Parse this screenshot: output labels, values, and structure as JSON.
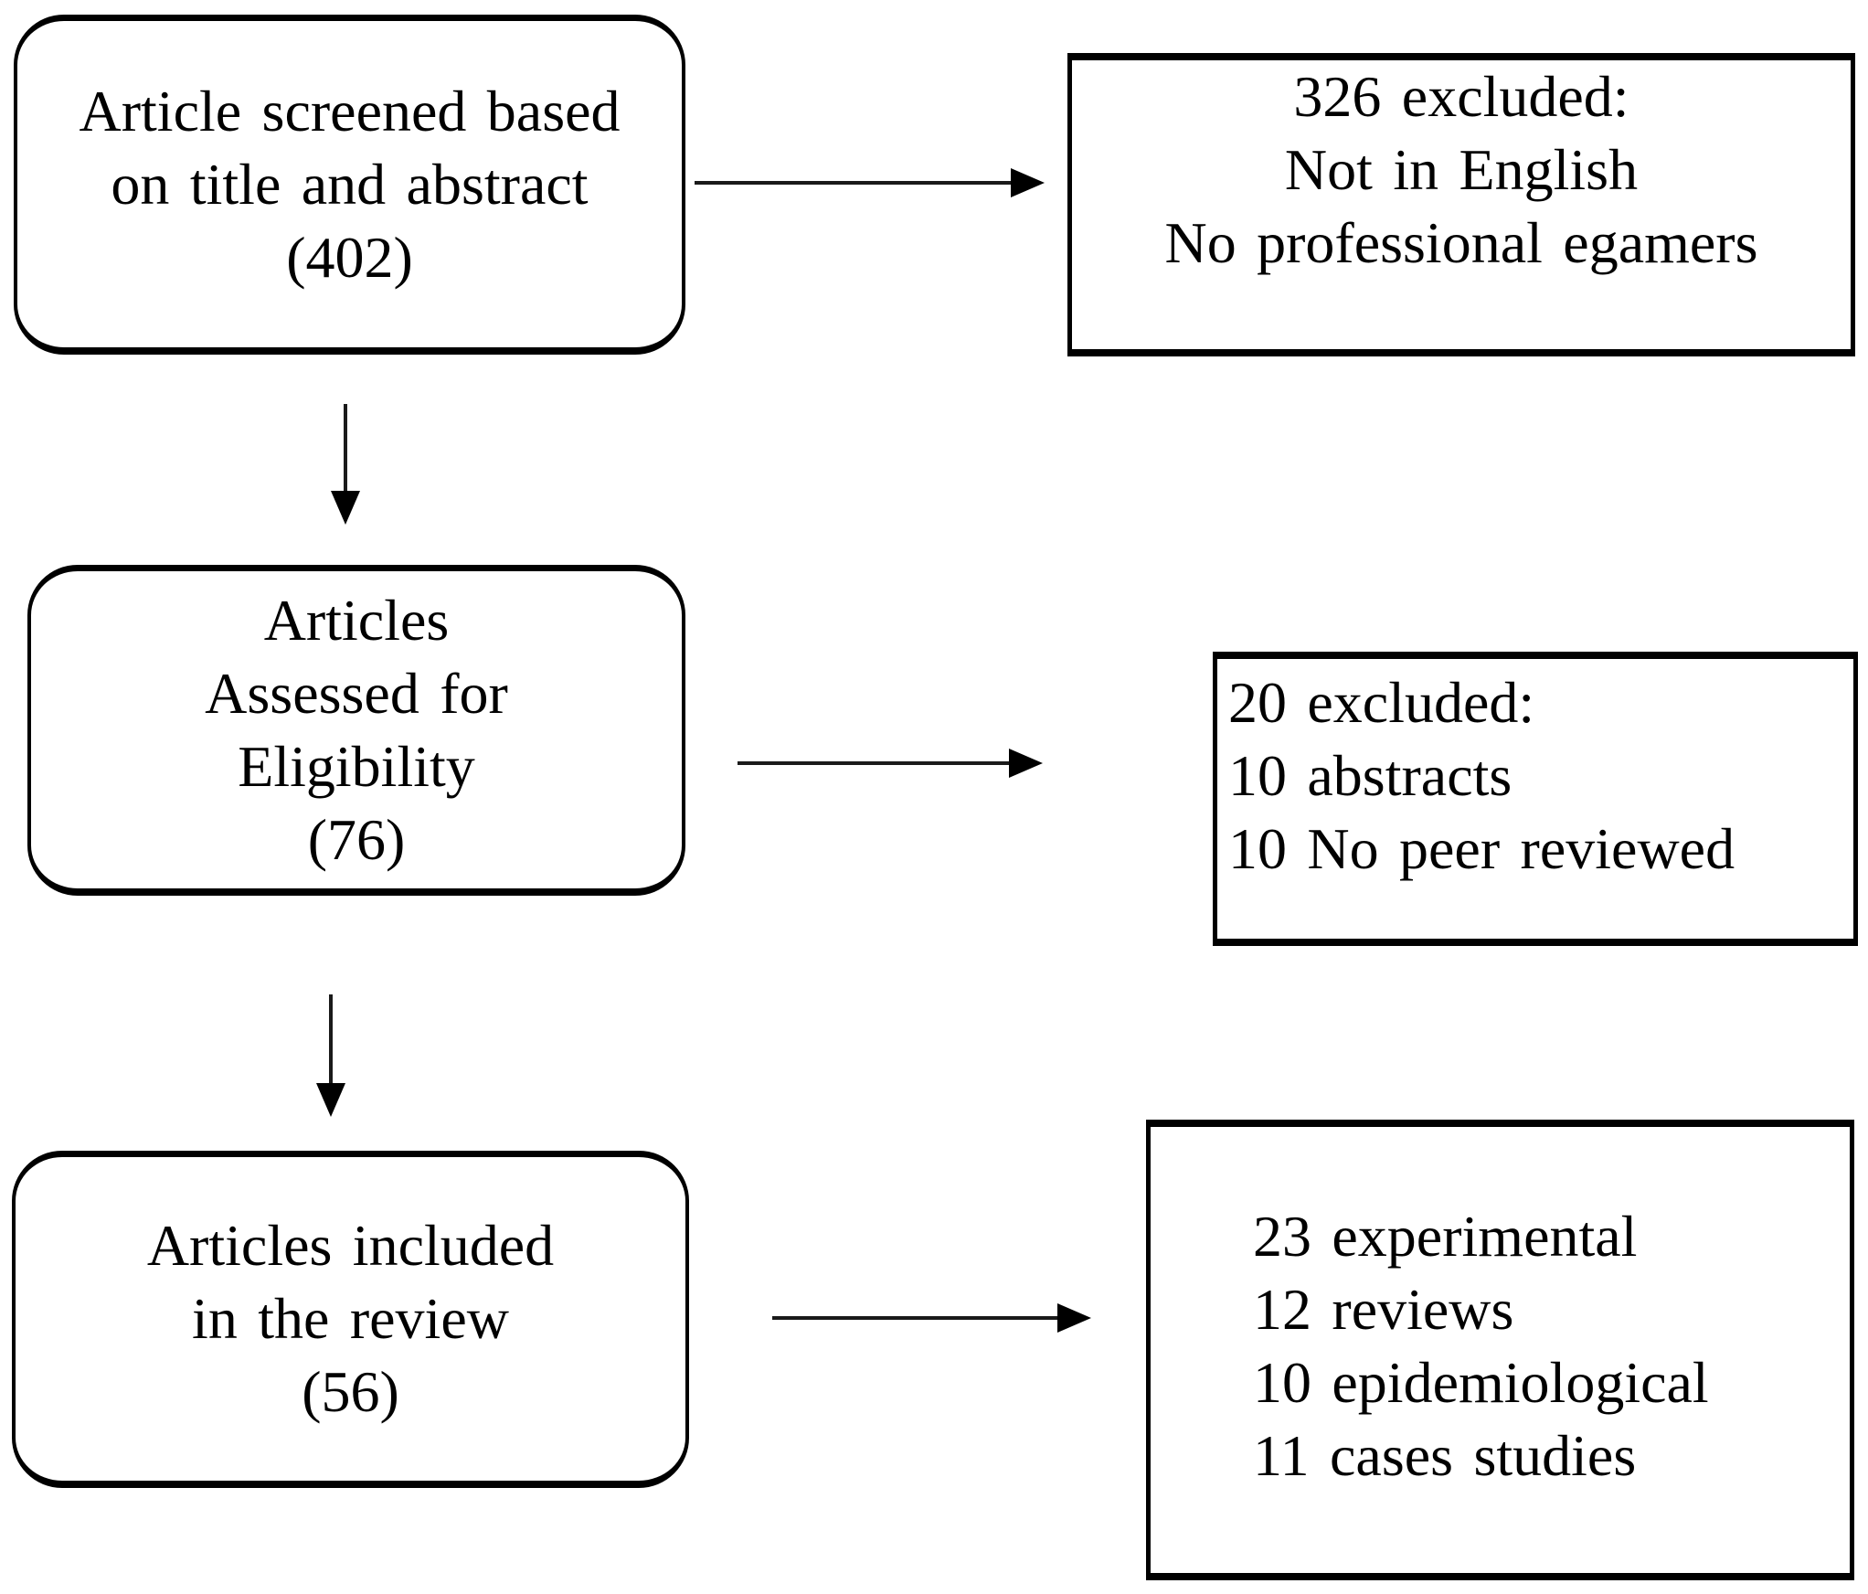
{
  "page": {
    "background_color": "#ffffff",
    "ink_color": "#000000",
    "arrow_color": "#1a1a1a"
  },
  "boxes": {
    "screened": {
      "shape": "rounded",
      "lines": [
        "Article screened based",
        "on title and abstract",
        "(402)"
      ]
    },
    "excluded_title_abstract": {
      "shape": "rectangle",
      "lines": [
        "326 excluded:",
        "Not in English",
        "No professional egamers"
      ]
    },
    "assessed": {
      "shape": "rounded",
      "lines": [
        "Articles",
        "Assessed for",
        "Eligibility",
        "(76)"
      ]
    },
    "excluded_eligibility": {
      "shape": "rectangle",
      "lines": [
        "20 excluded:",
        "10 abstracts",
        "10 No peer reviewed"
      ]
    },
    "included": {
      "shape": "rounded",
      "lines": [
        "Articles included",
        "in the review",
        "(56)"
      ]
    },
    "included_breakdown": {
      "shape": "rectangle",
      "lines": [
        "23 experimental",
        "12 reviews",
        "10 epidemiological",
        "11 cases studies"
      ]
    }
  }
}
